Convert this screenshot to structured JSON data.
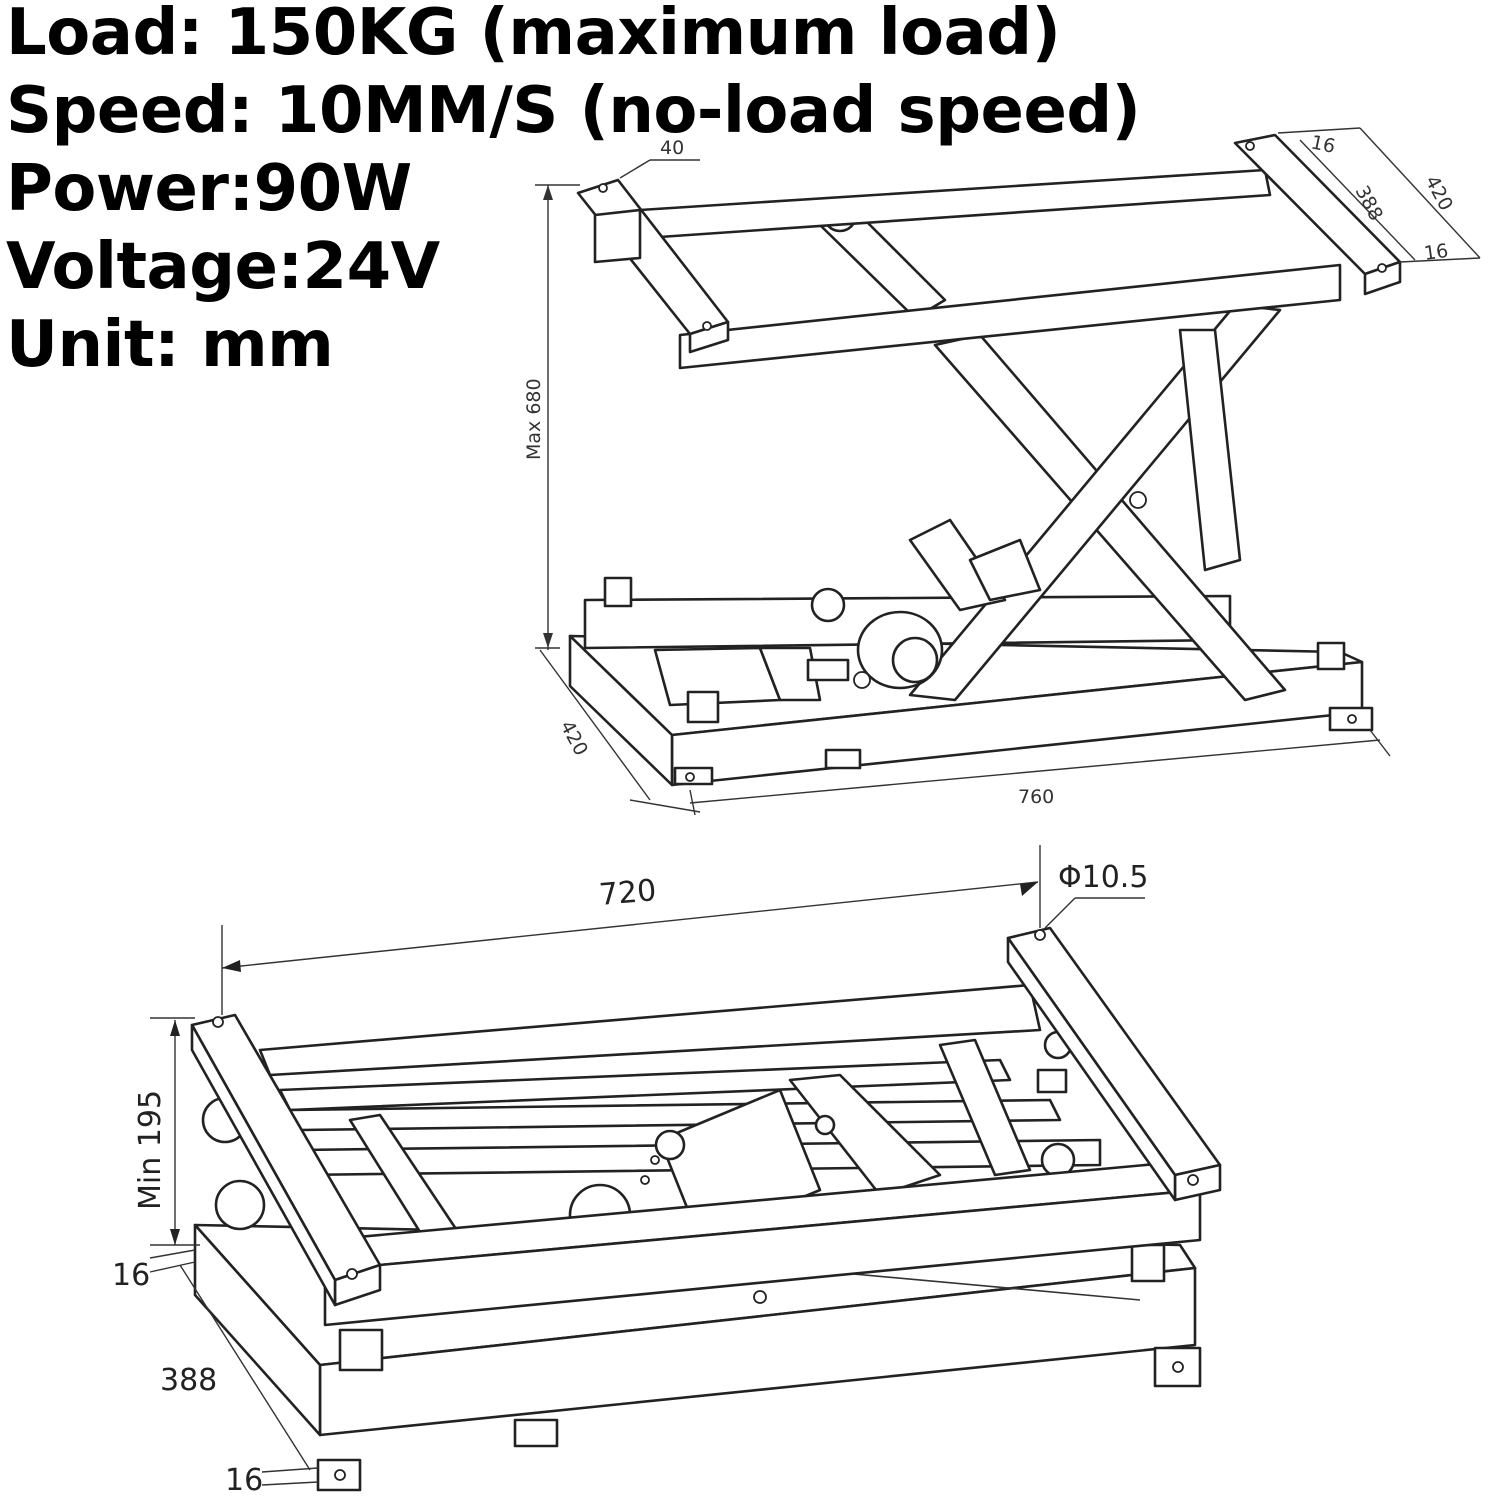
{
  "specs": {
    "load": "Load: 150KG (maximum load)",
    "speed": "Speed: 10MM/S (no-load speed)",
    "power": "Power:90W",
    "voltage": "Voltage:24V",
    "unit": "Unit: mm"
  },
  "raised_view": {
    "dim_top_bar_width": "40",
    "dim_top_plate_depth": "420",
    "dim_top_inner_span": "388",
    "dim_top_edge_upper": "16",
    "dim_top_edge_lower": "16",
    "dim_max_height": "Max 680",
    "dim_base_depth": "420",
    "dim_base_length": "760"
  },
  "lowered_view": {
    "dim_length": "720",
    "dim_hole_diameter": "Φ10.5",
    "dim_min_height": "Min 195",
    "dim_edge_upper": "16",
    "dim_inner_span": "388",
    "dim_edge_lower": "16"
  },
  "colors": {
    "line": "#222222",
    "background": "#ffffff"
  }
}
